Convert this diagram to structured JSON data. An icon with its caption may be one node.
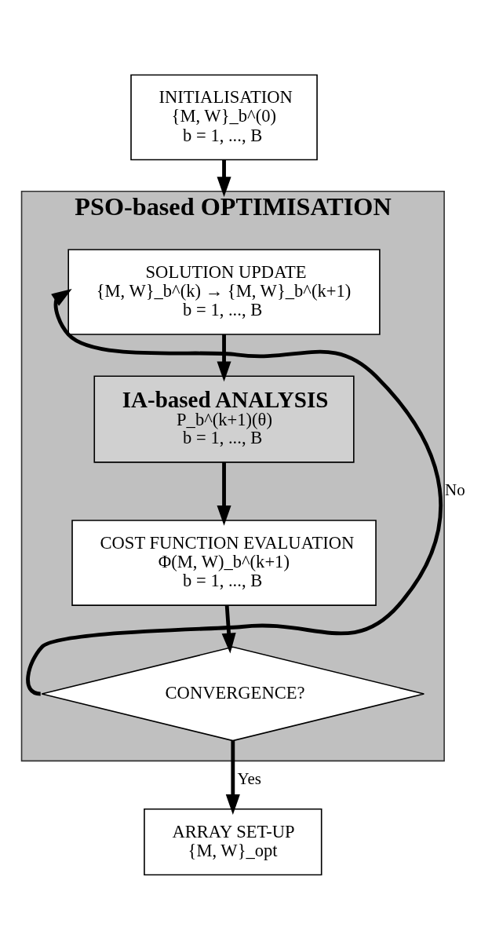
{
  "diagram": {
    "nodes": [
      {
        "text": [
          "INITIALISATION",
          "{M, W}_b^(0)",
          "b = 1, ..., B"
        ]
      },
      {
        "text": [
          "PSO-based OPTIMISATION"
        ]
      },
      {
        "text": [
          "SOLUTION UPDATE",
          "{M, W}_b^(k) → {M, W}_b^(k+1)",
          "b = 1, ..., B"
        ],
        "in": 1
      },
      {
        "text": [
          "IA-based ANALYSIS",
          "P_b^(k+1)(θ)",
          "b = 1, ..., B"
        ],
        "in": 1
      },
      {
        "text": [
          "COST FUNCTION EVALUATION",
          "Φ(M, W)_b^(k+1)",
          "b = 1, ..., B"
        ],
        "in": 1
      },
      {
        "text": [
          "CONVERGENCE?"
        ],
        "in": 1
      },
      {
        "text": [
          "ARRAY SET-UP",
          "{M, W}_opt"
        ]
      }
    ],
    "edges": [
      {
        "from": 0,
        "to": 1,
        "arrow": "to"
      },
      {
        "from": 2,
        "to": 3,
        "arrow": "to"
      },
      {
        "from": 3,
        "to": 4,
        "arrow": "to"
      },
      {
        "from": 4,
        "to": 5,
        "arrow": "to"
      },
      {
        "from": 5,
        "to": 2,
        "arrow": "to",
        "label": "No"
      },
      {
        "from": 5,
        "to": 6,
        "arrow": "to",
        "label": "Yes"
      }
    ]
  }
}
